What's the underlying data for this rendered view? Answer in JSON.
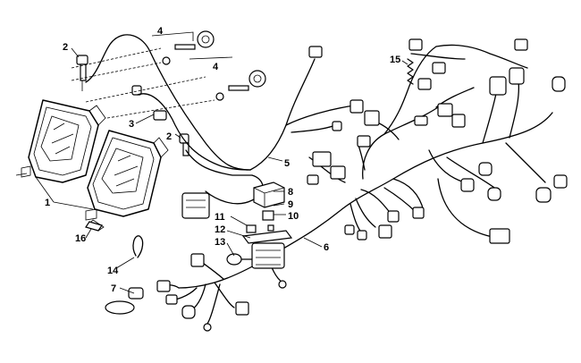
{
  "diagram": {
    "callouts": [
      {
        "id": "c1",
        "label": "1"
      },
      {
        "id": "c2a",
        "label": "2"
      },
      {
        "id": "c2b",
        "label": "2"
      },
      {
        "id": "c3",
        "label": "3"
      },
      {
        "id": "c4a",
        "label": "4"
      },
      {
        "id": "c4b",
        "label": "4"
      },
      {
        "id": "c5",
        "label": "5"
      },
      {
        "id": "c6",
        "label": "6"
      },
      {
        "id": "c7",
        "label": "7"
      },
      {
        "id": "c8",
        "label": "8"
      },
      {
        "id": "c9",
        "label": "9"
      },
      {
        "id": "c10",
        "label": "10"
      },
      {
        "id": "c11",
        "label": "11"
      },
      {
        "id": "c12",
        "label": "12"
      },
      {
        "id": "c13",
        "label": "13"
      },
      {
        "id": "c14",
        "label": "14"
      },
      {
        "id": "c15",
        "label": "15"
      },
      {
        "id": "c16",
        "label": "16"
      }
    ]
  }
}
